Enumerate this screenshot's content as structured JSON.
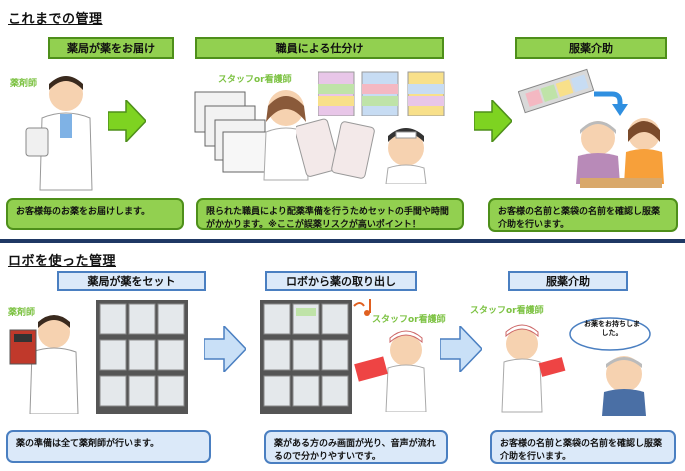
{
  "top": {
    "title": "これまでの管理",
    "steps": [
      {
        "header": "薬局が薬をお届け",
        "desc": "お客様毎のお薬をお届けします。"
      },
      {
        "header": "職員による仕分け",
        "desc": "限られた職員により配薬準備を行うためセットの手間や時間がかかります。※ここが誤薬リスクが高いポイント！"
      },
      {
        "header": "服薬介助",
        "desc": "お客様の名前と薬袋の名前を確認し服薬介助を行います。"
      }
    ],
    "labels": {
      "pharmacist": "薬剤師",
      "staff": "スタッフor看護師"
    }
  },
  "bottom": {
    "title": "ロボを使った管理",
    "steps": [
      {
        "header": "薬局が薬をセット",
        "desc": "薬の準備は全て薬剤師が行います。"
      },
      {
        "header": "ロボから薬の取り出し",
        "desc": "薬がある方のみ画面が光り、音声が流れるので分かりやすいです。"
      },
      {
        "header": "服薬介助",
        "desc": "お客様の名前と薬袋の名前を確認し服薬介助を行います。"
      }
    ],
    "labels": {
      "pharmacist": "薬剤師",
      "staff_robot": "スタッフor看護師",
      "staff_assist": "スタッフor看護師",
      "speech": "お薬をお持ちしました。"
    }
  },
  "colors": {
    "green": "#92d050",
    "green_border": "#4e8f1a",
    "blue": "#dbe9f9",
    "blue_border": "#4a7fc1",
    "divider": "#1f3864"
  }
}
